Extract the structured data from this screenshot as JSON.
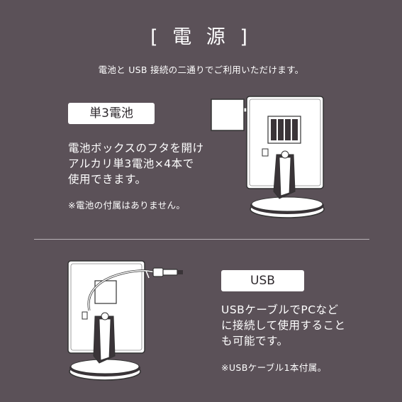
{
  "title": "[ 電 源 ]",
  "subtitle": "電池と USB 接続の二通りでご利用いただけます。",
  "battery": {
    "label": "単3電池",
    "description": "電池ボックスのフタを開け\nアルカリ単3電池×4本で\n使用できます。",
    "note": "※電池の付属はありません。"
  },
  "usb": {
    "label": "USB",
    "description": "USBケーブルでPCなど\nに接続して使用すること\nも可能です。",
    "note": "※USBケーブル1本付属。"
  },
  "colors": {
    "background": "#5b5158",
    "text": "#ffffff",
    "label_bg": "#ffffff",
    "label_text": "#2f2a2e"
  }
}
